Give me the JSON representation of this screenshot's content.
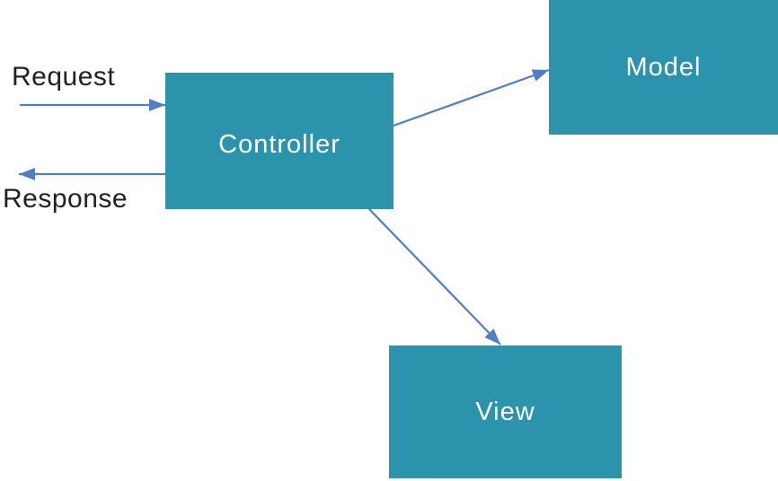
{
  "diagram": {
    "type": "flow",
    "nodes": {
      "controller": {
        "label": "Controller"
      },
      "model": {
        "label": "Model"
      },
      "view": {
        "label": "View"
      }
    },
    "labels": {
      "request": "Request",
      "response": "Response"
    },
    "edges": [
      {
        "from": "external",
        "to": "controller",
        "label": "Request"
      },
      {
        "from": "controller",
        "to": "external",
        "label": "Response"
      },
      {
        "from": "controller",
        "to": "model",
        "label": ""
      },
      {
        "from": "controller",
        "to": "view",
        "label": ""
      }
    ],
    "colors": {
      "node_fill": "#2B93AC",
      "node_text": "#FFFFFF",
      "arrow": "#4D7EC7",
      "label_text": "#212121",
      "background": "#FFFFFF"
    }
  }
}
